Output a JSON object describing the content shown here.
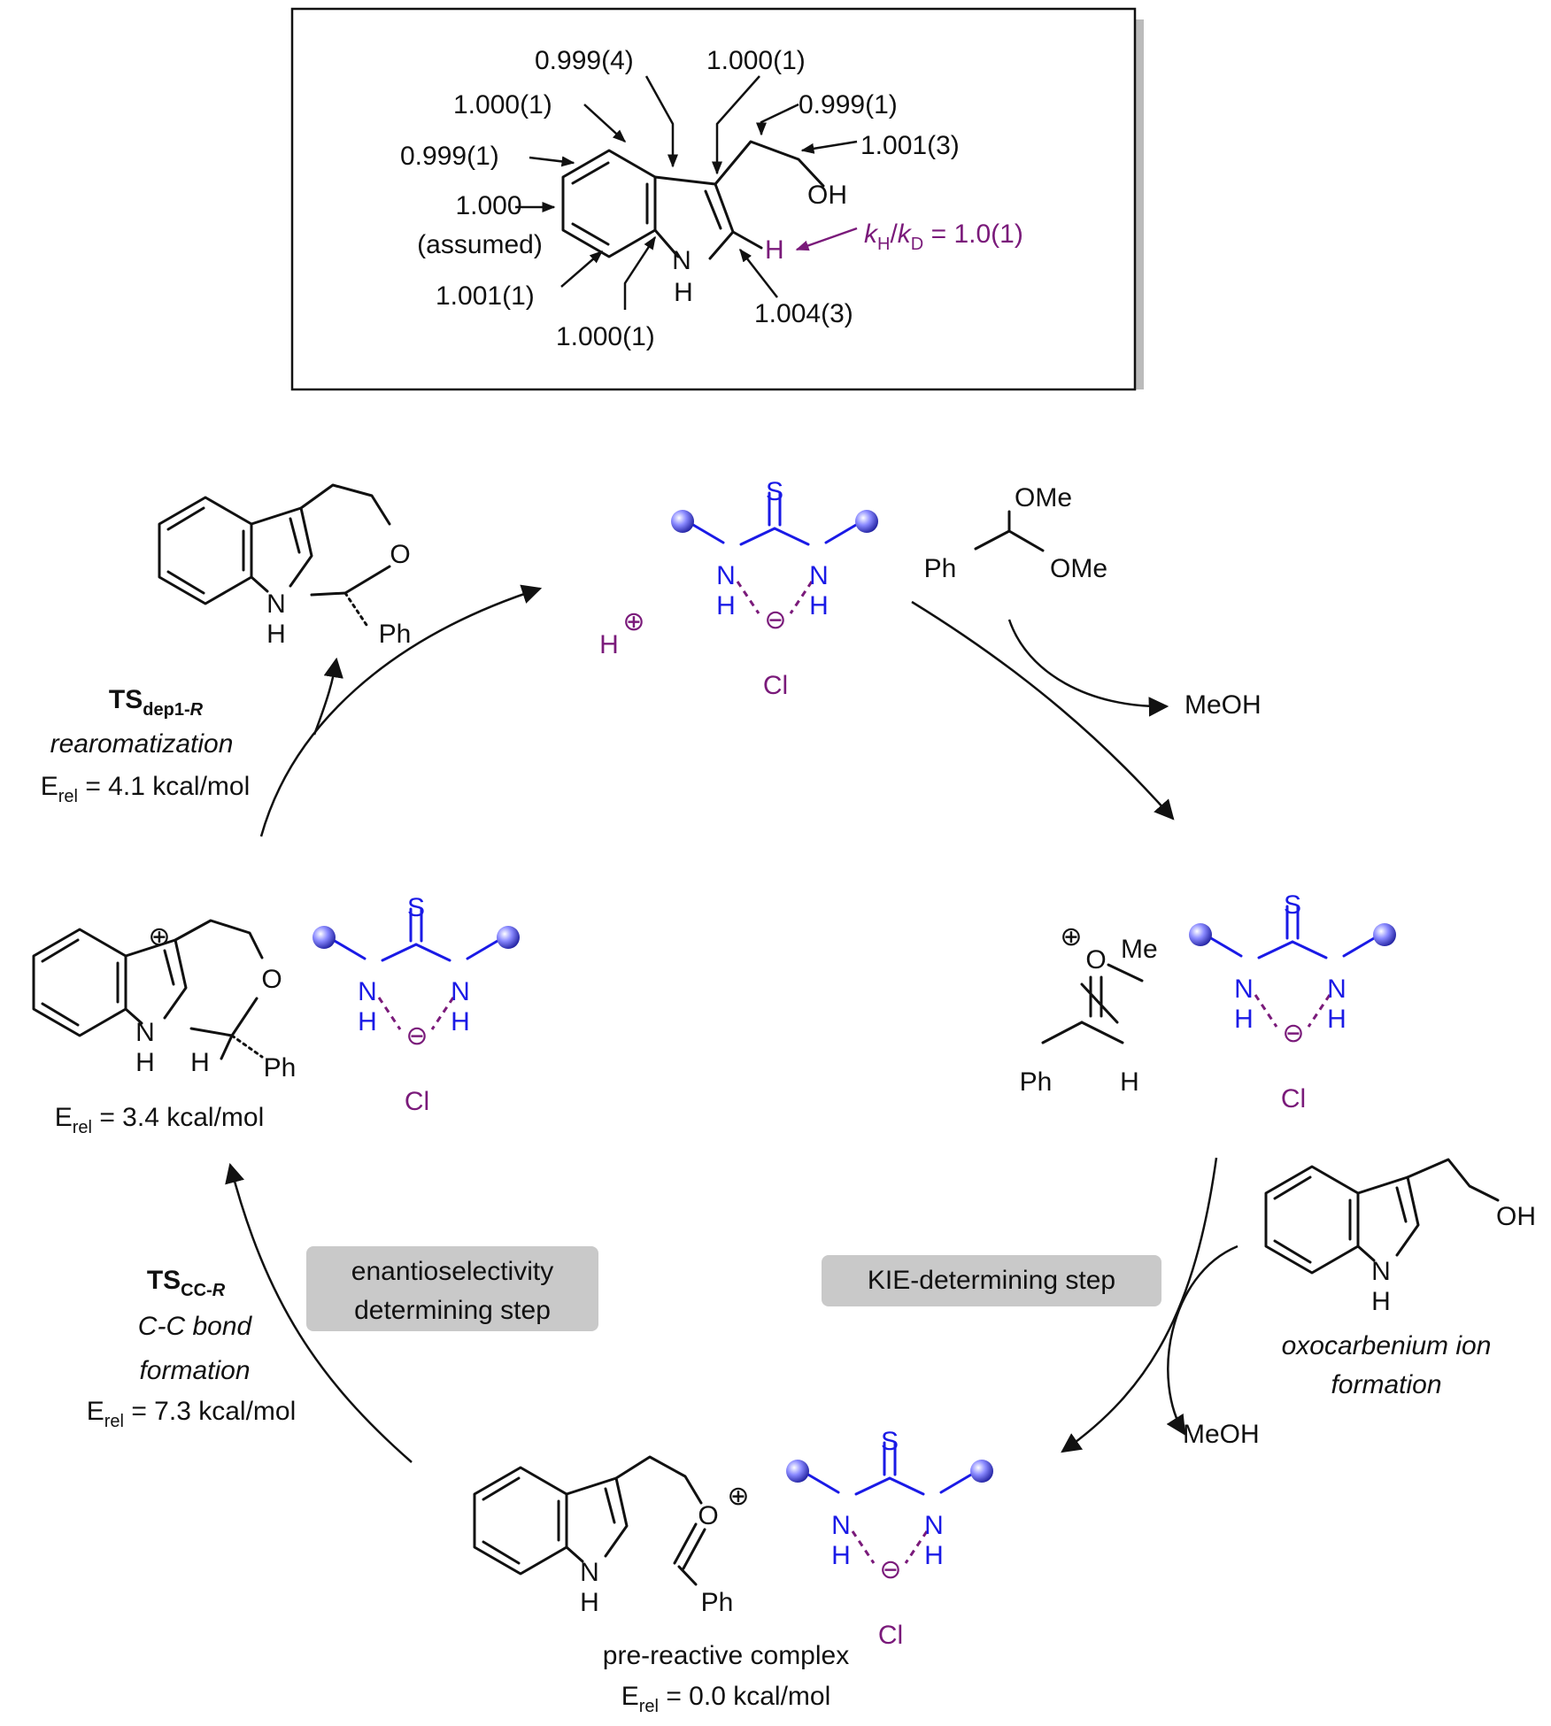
{
  "kie_panel": {
    "kie_c2": "0.999(4)",
    "kie_c3": "1.000(1)",
    "kie_ch2a": "0.999(1)",
    "kie_oh_ch2": "1.001(3)",
    "kie_c4": "1.000(1)",
    "kie_c5": "0.999(1)",
    "kie_c6_line1": "1.000",
    "kie_c6_line2": "(assumed)",
    "kie_c7": "1.001(1)",
    "kie_c7a": "1.000(1)",
    "kie_h2": "1.004(3)",
    "oh": "OH",
    "nh_n": "N",
    "nh_h": "H",
    "h_label": "H",
    "kie_ratio_k": "k",
    "kie_ratio_h": "H",
    "kie_ratio_slash": "/",
    "kie_ratio_d": "D",
    "kie_ratio_value": " = 1.0(1)"
  },
  "catalyst": {
    "s": "S",
    "n": "N",
    "h": "H",
    "cl": "Cl",
    "minus": "⊖"
  },
  "top": {
    "proton": "H",
    "plus": "⊕"
  },
  "acetal": {
    "ome_top": "OMe",
    "ph": "Ph",
    "ome_right": "OMe"
  },
  "byproduct": {
    "meoh_top": "MeOH",
    "meoh_bottom": "MeOH"
  },
  "oxocarbenium": {
    "o": "O",
    "me": "Me",
    "ph": "Ph",
    "h": "H",
    "plus": "⊕"
  },
  "tryptophol": {
    "oh": "OH",
    "n": "N",
    "h": "H"
  },
  "product": {
    "o": "O",
    "n": "N",
    "h": "H",
    "ph": "Ph"
  },
  "intermediate": {
    "o": "O",
    "n": "N",
    "h": "H",
    "h_ring": "H",
    "ph": "Ph",
    "plus": "⊕"
  },
  "prereactive": {
    "o": "O",
    "n": "N",
    "h": "H",
    "ph": "Ph",
    "plus": "⊕"
  },
  "labels": {
    "ts_dep_main": "TS",
    "ts_dep_sub": "dep1-",
    "ts_dep_sub_r": "R",
    "ts_dep_desc": "rearomatization",
    "e_dep": " = 4.1 kcal/mol",
    "e_inter": " = 3.4 kcal/mol",
    "ts_cc_main": "TS",
    "ts_cc_sub": "CC-",
    "ts_cc_sub_r": "R",
    "ts_cc_desc1": "C-C bond",
    "ts_cc_desc2": "formation",
    "e_cc": " = 7.3 kcal/mol",
    "pre_name": "pre-reactive complex",
    "e_pre": " = 0.0 kcal/mol",
    "e_letter": "E",
    "e_sub": "rel",
    "oxo_desc1": "oxocarbenium ion",
    "oxo_desc2": "formation",
    "enantio1": "enantioselectivity",
    "enantio2": "determining step",
    "kie_step": "KIE-determining step"
  },
  "colors": {
    "catalyst_blue": "#1a1ae6",
    "anion_purple": "#7a1a7a",
    "chip_gray": "#c9c9c9"
  }
}
